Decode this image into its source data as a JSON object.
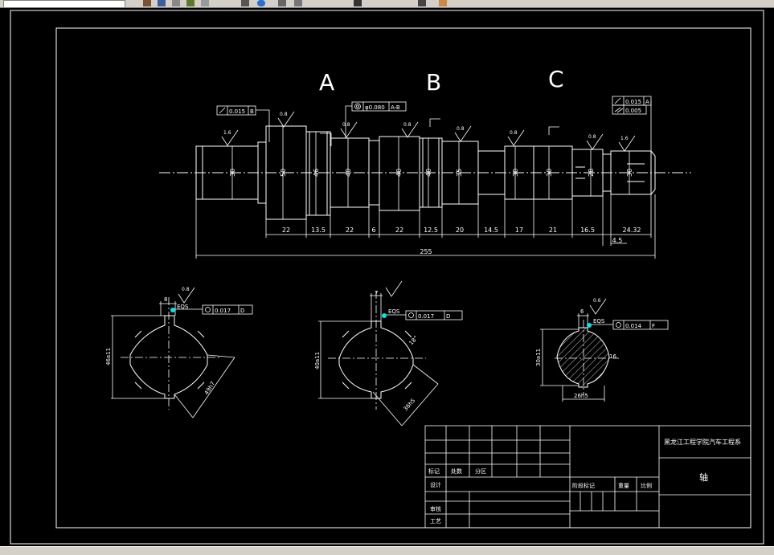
{
  "drawing": {
    "section_labels": [
      "A",
      "B",
      "C"
    ],
    "diameters": [
      "30",
      "50",
      "46",
      "40",
      "40",
      "40",
      "35",
      "30",
      "30",
      "28",
      "30"
    ],
    "lengths": [
      "22",
      "13.5",
      "22",
      "6",
      "22",
      "12.5",
      "20",
      "14.5",
      "17",
      "21",
      "16.5",
      "24.32"
    ],
    "small_length": "4.5",
    "overall_length": "255",
    "roughness": [
      "1.6",
      "0.8",
      "0.8",
      "0.8",
      "0.8",
      "0.8",
      "0.8",
      "1.6"
    ],
    "tolerance_runout_b": "0.015",
    "datum_b": "B",
    "tolerance_coax": "φ0.080",
    "datum_ab": "A-B",
    "tolerance_runout_a": "0.015",
    "datum_a": "A",
    "tolerance_cyl": "0.005"
  },
  "sections": [
    {
      "keyway": "8",
      "eqs": "EQS",
      "tol": "0.017",
      "datum": "D",
      "dia_left": "46a11",
      "dia_right": "49h7",
      "roughness": "0.8"
    },
    {
      "keyway": "7",
      "eqs": "EQS",
      "tol": "0.017",
      "datum": "D",
      "dia_left": "40a11",
      "dia_right": "36h5",
      "angle": "18°"
    },
    {
      "keyway": "6",
      "eqs": "EQS",
      "tol": "0.014",
      "datum": "F",
      "dia_left": "30a11",
      "dia_bottom": "26h5",
      "small": "16",
      "roughness": "0.6"
    }
  ],
  "title_block": {
    "school": "黑龙江工程学院汽车工程系",
    "part_name": "轴",
    "row_labels": [
      "标记",
      "处数",
      "分区"
    ],
    "design": "设计",
    "review": "审核",
    "process": "工艺",
    "stage": "阶段标记",
    "weight": "重量",
    "scale": "比例"
  },
  "colors": {
    "background": "#000000",
    "line": "#ffffff",
    "datum_point": "#00e5ee"
  }
}
